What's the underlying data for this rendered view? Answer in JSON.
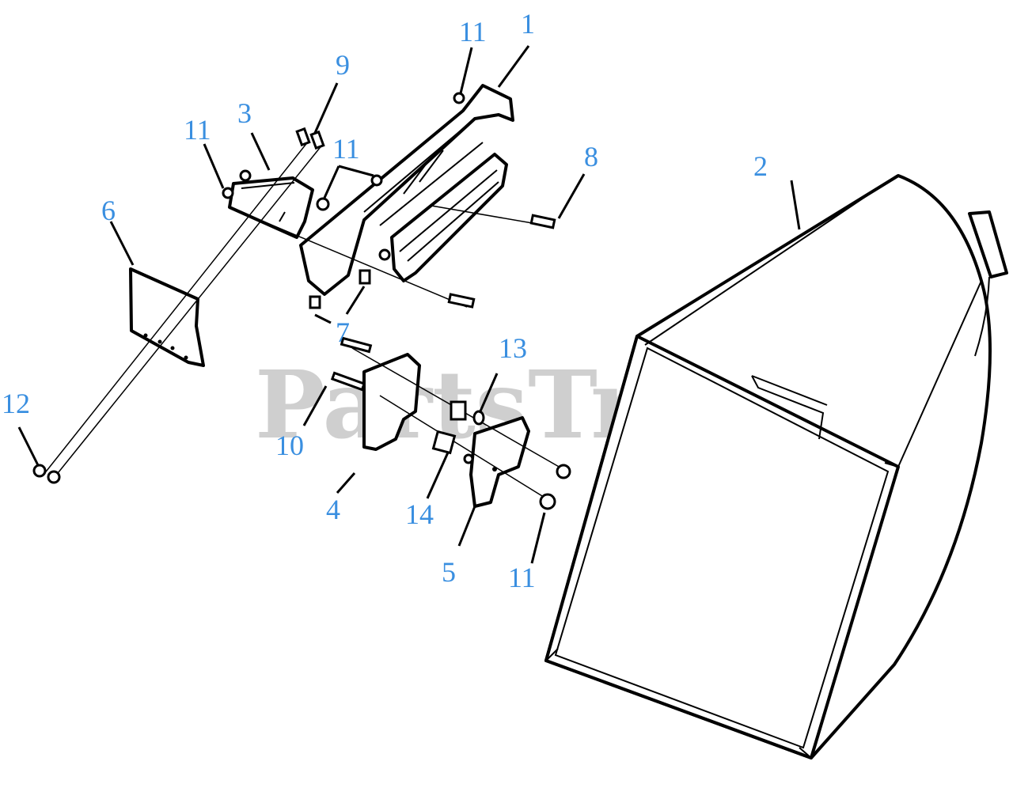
{
  "watermark": {
    "brand": "PartsTree",
    "trademark": "TM"
  },
  "callouts": [
    {
      "id": "c1",
      "label": "1"
    },
    {
      "id": "c2",
      "label": "2"
    },
    {
      "id": "c3",
      "label": "3"
    },
    {
      "id": "c4",
      "label": "4"
    },
    {
      "id": "c5",
      "label": "5"
    },
    {
      "id": "c6",
      "label": "6"
    },
    {
      "id": "c7",
      "label": "7"
    },
    {
      "id": "c8",
      "label": "8"
    },
    {
      "id": "c9",
      "label": "9"
    },
    {
      "id": "c10",
      "label": "10"
    },
    {
      "id": "c11a",
      "label": "11"
    },
    {
      "id": "c11b",
      "label": "11"
    },
    {
      "id": "c11c",
      "label": "11"
    },
    {
      "id": "c11d",
      "label": "11"
    },
    {
      "id": "c12",
      "label": "12"
    },
    {
      "id": "c13",
      "label": "13"
    },
    {
      "id": "c14",
      "label": "14"
    }
  ],
  "colors": {
    "callout": "#3a8fe0",
    "line": "#000000",
    "watermark": "#cfcfcf"
  }
}
